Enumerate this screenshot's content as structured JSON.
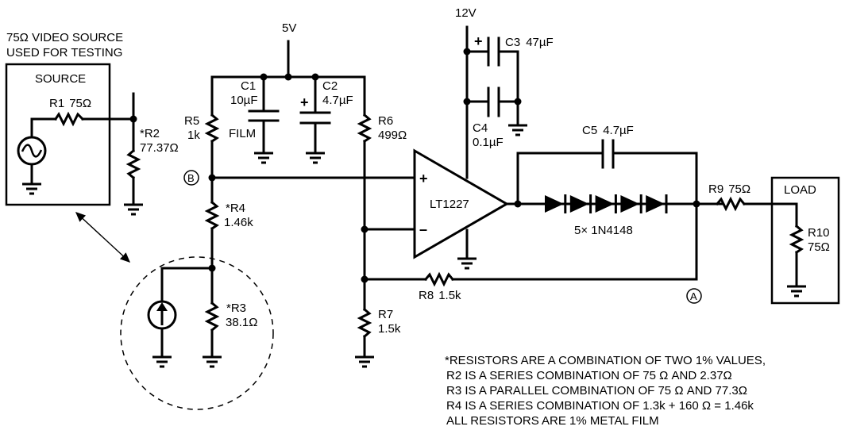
{
  "diagram": {
    "title_note": [
      "75Ω VIDEO SOURCE",
      "USED FOR TESTING"
    ],
    "source_box_label": "SOURCE",
    "load_box_label": "LOAD",
    "supplies": {
      "v5": "5V",
      "v12": "12V"
    },
    "components": {
      "R1": {
        "name": "R1",
        "value": "75Ω"
      },
      "R2": {
        "name": "*R2",
        "value": "77.37Ω"
      },
      "R3": {
        "name": "*R3",
        "value": "38.1Ω"
      },
      "R4": {
        "name": "*R4",
        "value": "1.46k"
      },
      "R5": {
        "name": "R5",
        "value": "1k"
      },
      "R6": {
        "name": "R6",
        "value": "499Ω"
      },
      "R7": {
        "name": "R7",
        "value": "1.5k"
      },
      "R8": {
        "name": "R8",
        "value": "1.5k"
      },
      "R9": {
        "name": "R9",
        "value": "75Ω"
      },
      "R10": {
        "name": "R10",
        "value": "75Ω"
      },
      "C1": {
        "name": "C1",
        "value": "10µF",
        "note": "FILM"
      },
      "C2": {
        "name": "C2",
        "value": "4.7µF",
        "polarity": "+"
      },
      "C3": {
        "name": "C3",
        "value": "47µF",
        "polarity": "+"
      },
      "C4": {
        "name": "C4",
        "value": "0.1µF"
      },
      "C5": {
        "name": "C5",
        "value": "4.7µF"
      },
      "U1": {
        "name": "LT1227",
        "plus": "+",
        "minus": "–"
      },
      "D": {
        "label": "5× 1N4148",
        "count": 5
      }
    },
    "nodes": {
      "A": "A",
      "B": "B"
    },
    "notes": [
      "*RESISTORS ARE A COMBINATION OF TWO 1% VALUES,",
      "R2 IS A SERIES COMBINATION OF 75 Ω AND 2.37Ω",
      "R3 IS A PARALLEL COMBINATION OF 75 Ω AND 77.3Ω",
      "R4 IS A SERIES COMBINATION OF 1.3k + 160 Ω = 1.46k",
      "ALL RESISTORS ARE 1% METAL FILM"
    ]
  }
}
